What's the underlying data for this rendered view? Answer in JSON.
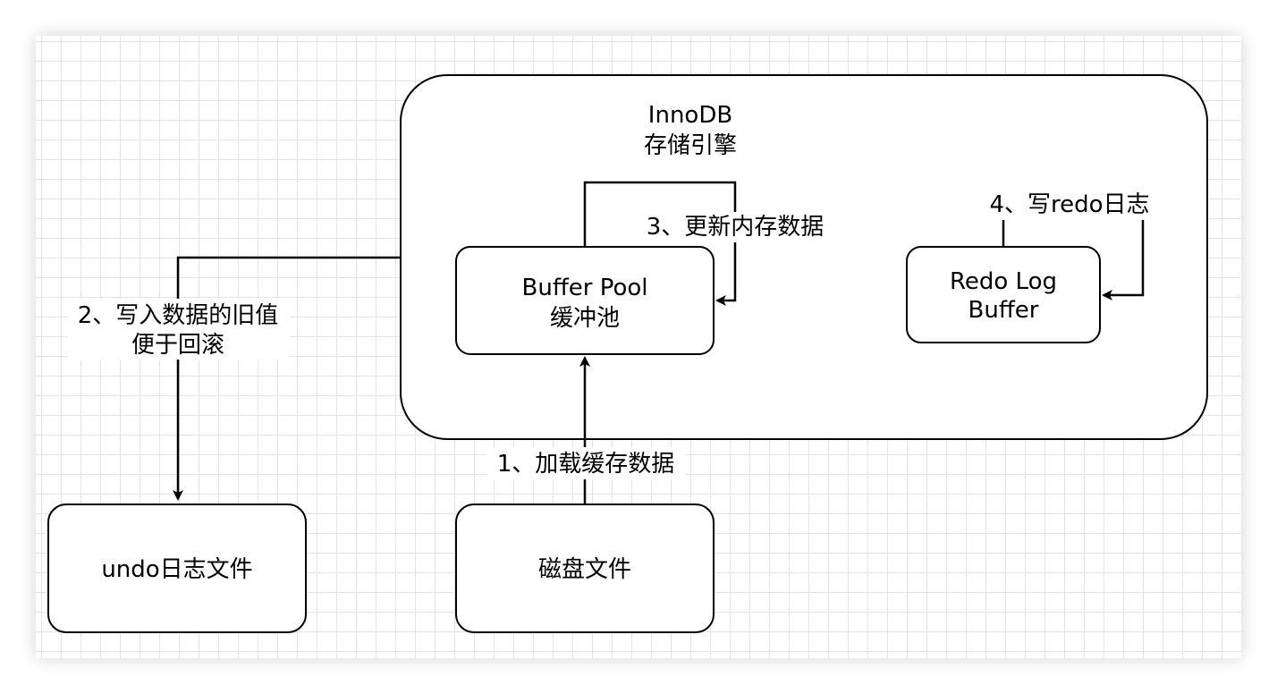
{
  "colors": {
    "stroke": "#000000",
    "fill": "#ffffff",
    "grid": "#e3e3e3",
    "text": "#000000"
  },
  "innodb": {
    "line1": "InnoDB",
    "line2": "存储引擎"
  },
  "buffer_pool": {
    "line1": "Buffer Pool",
    "line2": "缓冲池"
  },
  "redo_log_buffer": {
    "line1": "Redo Log",
    "line2": "Buffer"
  },
  "undo_file": {
    "label": "undo日志文件"
  },
  "disk_file": {
    "label": "磁盘文件"
  },
  "steps": {
    "step1": "1、加载缓存数据",
    "step2_line1": "2、写入数据的旧值",
    "step2_line2": "便于回滚",
    "step3": "3、更新内存数据",
    "step4": "4、写redo日志"
  }
}
